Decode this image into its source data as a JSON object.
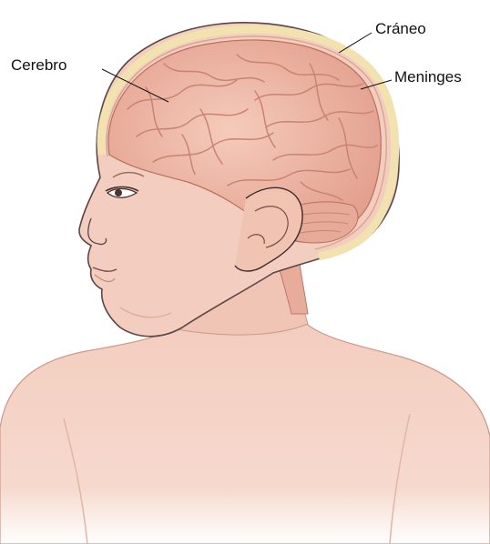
{
  "labels": {
    "brain": "Cerebro",
    "skull": "Cráneo",
    "meninges": "Meninges"
  },
  "colors": {
    "skin": "#f3cdbf",
    "skin_shadow": "#e6ae9e",
    "brain": "#efb9a6",
    "brain_fold": "#c98372",
    "skull_line": "#5a4644",
    "bone": "#f4e6b6",
    "outline": "#3e2a28"
  }
}
